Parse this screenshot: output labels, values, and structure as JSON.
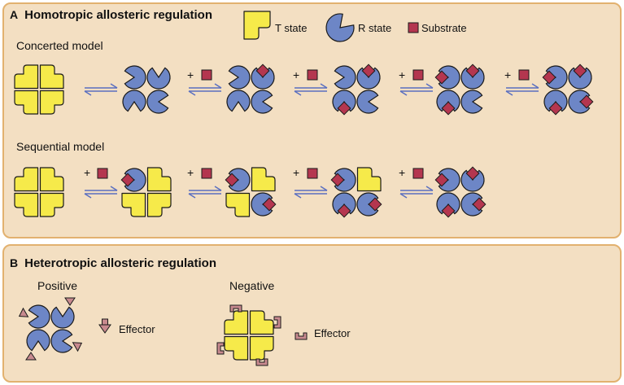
{
  "panel_a": {
    "letter": "A",
    "title": "Homotropic allosteric regulation",
    "legend": {
      "t_state": "T state",
      "r_state": "R state",
      "substrate": "Substrate"
    },
    "concerted_label": "Concerted model",
    "sequential_label": "Sequential model",
    "plus": "+"
  },
  "panel_b": {
    "letter": "B",
    "title": "Heterotropic allosteric regulation",
    "positive_label": "Positive",
    "negative_label": "Negative",
    "effector_label": "Effector"
  },
  "colors": {
    "panel_bg": "#f3dfc2",
    "panel_border": "#e2b16f",
    "t_state": "#f6ea4a",
    "r_state": "#6d86c6",
    "substrate": "#b4364f",
    "effector": "#c88a8f",
    "arrow": "#5a6fc0"
  }
}
